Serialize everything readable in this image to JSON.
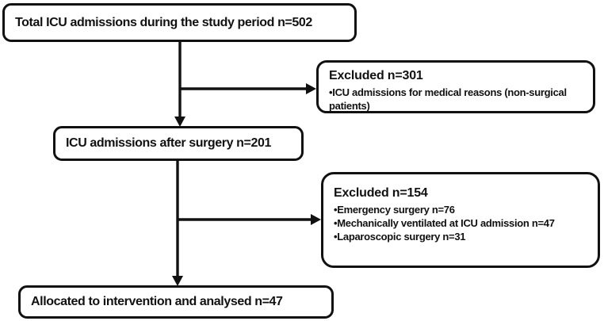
{
  "flowchart": {
    "boxes": {
      "total": "Total ICU admissions during the study period n=502",
      "after_surgery": "ICU admissions after surgery n=201",
      "allocated": "Allocated to intervention and analysed n=47"
    },
    "exclusions": {
      "first": {
        "title": "Excluded n=301",
        "bullets": [
          "•ICU admissions for medical reasons (non-surgical patients)"
        ]
      },
      "second": {
        "title": "Excluded n=154",
        "bullets": [
          "•Emergency surgery n=76",
          "•Mechanically ventilated at ICU admission n=47",
          "•Laparoscopic surgery n=31"
        ]
      }
    },
    "colors": {
      "stroke": "#111111",
      "background": "#ffffff",
      "text": "#111111"
    }
  }
}
